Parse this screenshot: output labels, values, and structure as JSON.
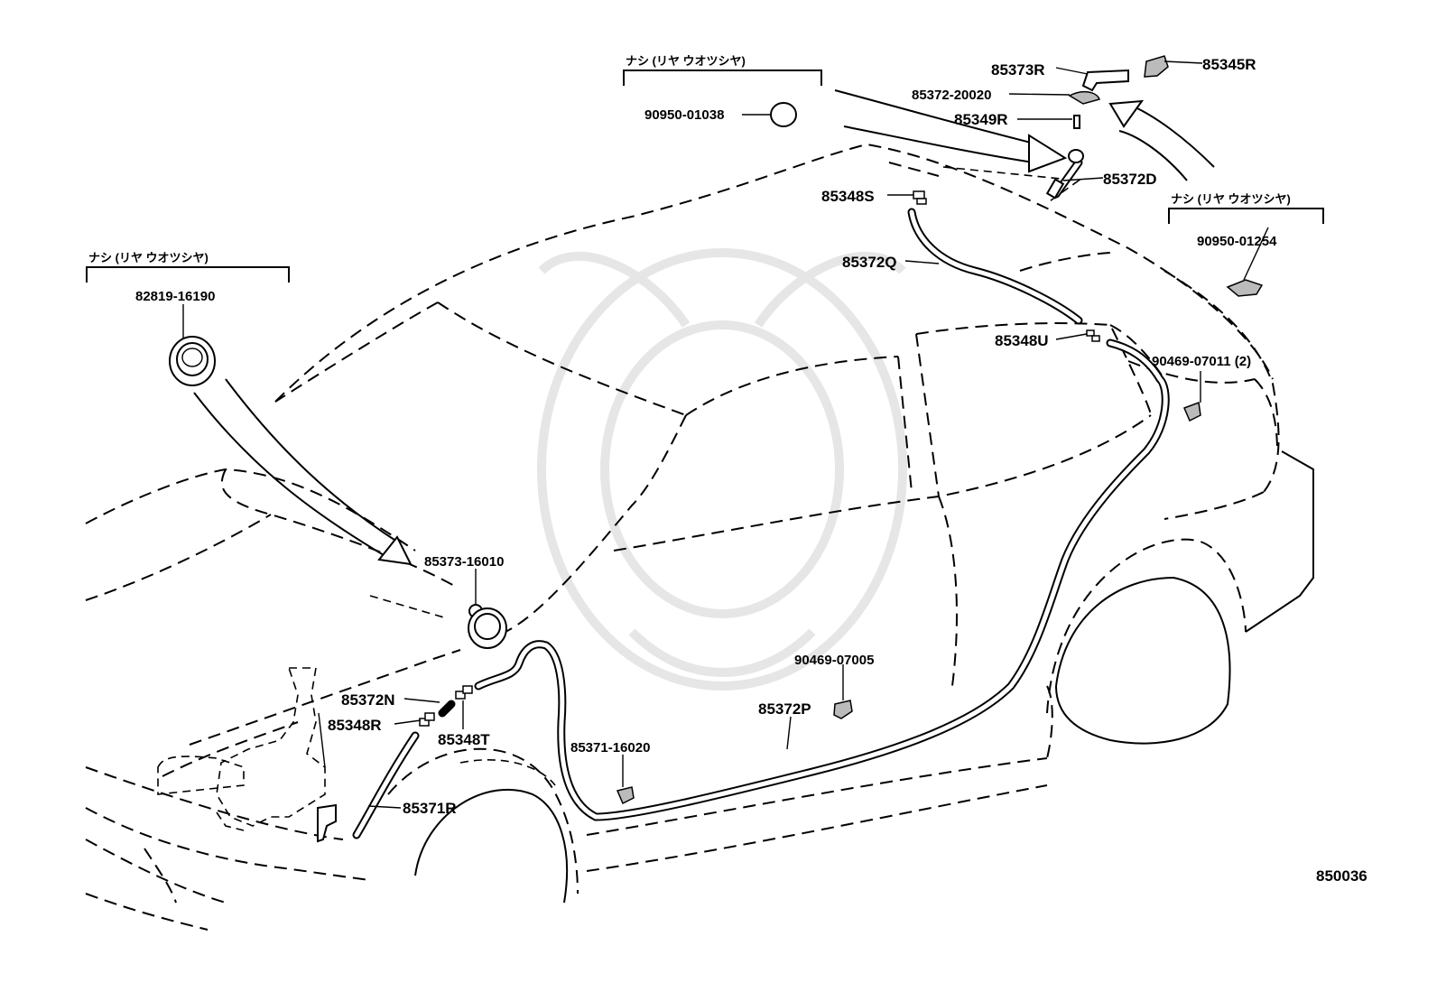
{
  "diagram": {
    "code": "850036",
    "groups": [
      {
        "id": "group-left",
        "title": "ナシ (リヤ ウオツシヤ)",
        "part": "82819-16190"
      },
      {
        "id": "group-top",
        "title": "ナシ (リヤ ウオツシヤ)",
        "part": "90950-01038"
      },
      {
        "id": "group-right",
        "title": "ナシ (リヤ ウオツシヤ)",
        "part": "90950-01254"
      }
    ],
    "parts": {
      "p85373R": "85373R",
      "p85345R": "85345R",
      "p85372_20020": "85372-20020",
      "p85349R": "85349R",
      "p85372D": "85372D",
      "p85348S": "85348S",
      "p85372Q": "85372Q",
      "p85348U": "85348U",
      "p90469_07011": "90469-07011 (2)",
      "p85373_16010": "85373-16010",
      "p85372N": "85372N",
      "p85348R": "85348R",
      "p85348T": "85348T",
      "p85372P": "85372P",
      "p90469_07005": "90469-07005",
      "p85371_16020": "85371-16020",
      "p85371R": "85371R"
    }
  }
}
